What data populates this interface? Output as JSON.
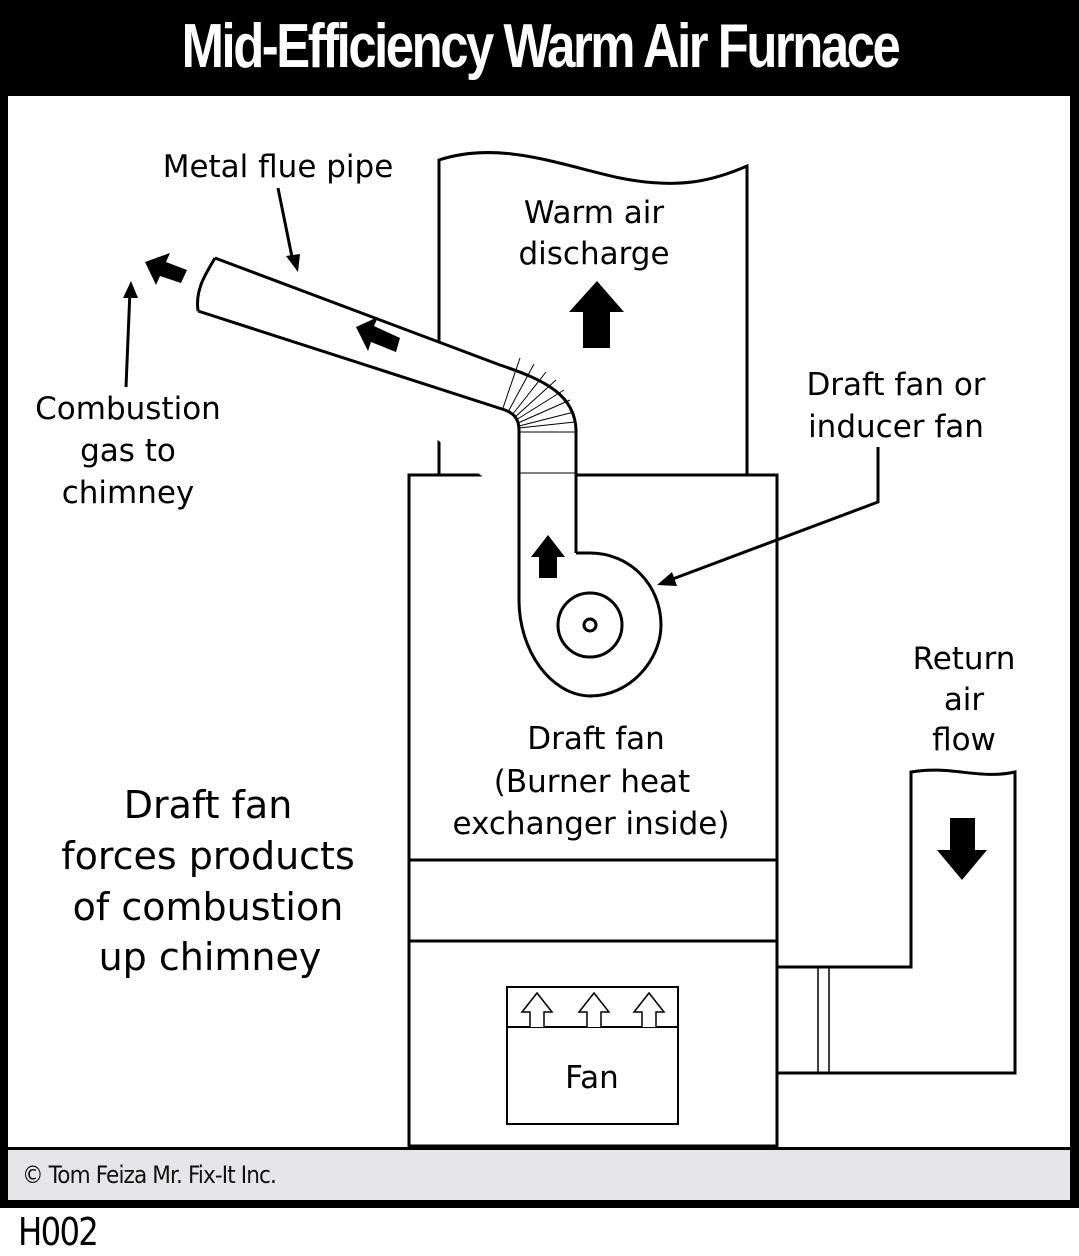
{
  "title": "Mid-Efficiency Warm Air Furnace",
  "labels": {
    "metal_flue_pipe": "Metal flue pipe",
    "warm_air_discharge": [
      "Warm air",
      "discharge"
    ],
    "combustion_gas": [
      "Combustion",
      "gas to",
      "chimney"
    ],
    "draft_fan_or_inducer": [
      "Draft fan or",
      "inducer fan"
    ],
    "return_air_flow": [
      "Return",
      "air",
      "flow"
    ],
    "draft_fan_burner": [
      "Draft fan",
      "(Burner heat",
      "exchanger inside)"
    ],
    "explanation": [
      "Draft fan",
      "forces products",
      "of combustion",
      "up chimney"
    ],
    "fan": "Fan"
  },
  "footer": {
    "copyright": "©  Tom Feiza Mr. Fix-It Inc."
  },
  "code": "H002",
  "colors": {
    "frame": "#000000",
    "footer_bg": "#e6e6e8",
    "background": "#ffffff"
  }
}
